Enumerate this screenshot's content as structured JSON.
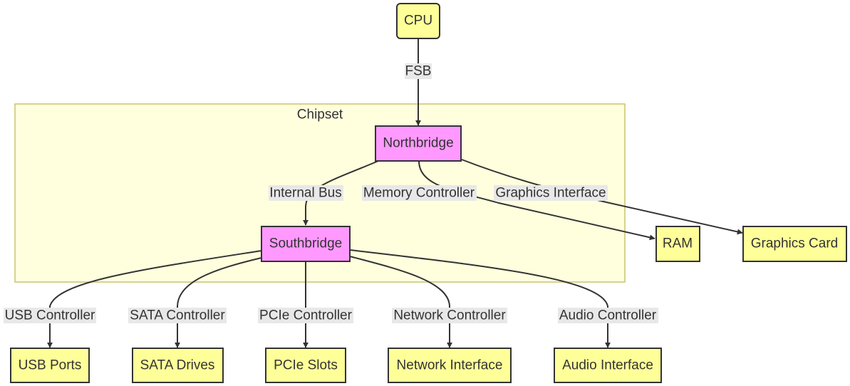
{
  "diagram": {
    "colors": {
      "default_node_fill": "#ffff99",
      "highlight_node_fill": "#ff99ff",
      "cluster_fill": "#ffffde",
      "cluster_border": "#c9c46e",
      "stroke": "#333333",
      "edge_label_bg": "#e8e8e8"
    },
    "cluster": {
      "id": "chipset",
      "title": "Chipset"
    },
    "nodes": {
      "cpu": {
        "label": "CPU"
      },
      "northbridge": {
        "label": "Northbridge"
      },
      "southbridge": {
        "label": "Southbridge"
      },
      "ram": {
        "label": "RAM"
      },
      "graphics_card": {
        "label": "Graphics Card"
      },
      "usb_ports": {
        "label": "USB Ports"
      },
      "sata_drives": {
        "label": "SATA Drives"
      },
      "pcie_slots": {
        "label": "PCIe Slots"
      },
      "network_interface": {
        "label": "Network Interface"
      },
      "audio_interface": {
        "label": "Audio Interface"
      }
    },
    "edges": {
      "cpu_nb": {
        "from": "cpu",
        "to": "northbridge",
        "label": "FSB"
      },
      "nb_sb": {
        "from": "northbridge",
        "to": "southbridge",
        "label": "Internal Bus"
      },
      "nb_ram": {
        "from": "northbridge",
        "to": "ram",
        "label": "Memory Controller"
      },
      "nb_gfx": {
        "from": "northbridge",
        "to": "graphics_card",
        "label": "Graphics Interface"
      },
      "sb_usb": {
        "from": "southbridge",
        "to": "usb_ports",
        "label": "USB Controller"
      },
      "sb_sata": {
        "from": "southbridge",
        "to": "sata_drives",
        "label": "SATA Controller"
      },
      "sb_pcie": {
        "from": "southbridge",
        "to": "pcie_slots",
        "label": "PCIe Controller"
      },
      "sb_net": {
        "from": "southbridge",
        "to": "network_interface",
        "label": "Network Controller"
      },
      "sb_audio": {
        "from": "southbridge",
        "to": "audio_interface",
        "label": "Audio Controller"
      }
    }
  }
}
